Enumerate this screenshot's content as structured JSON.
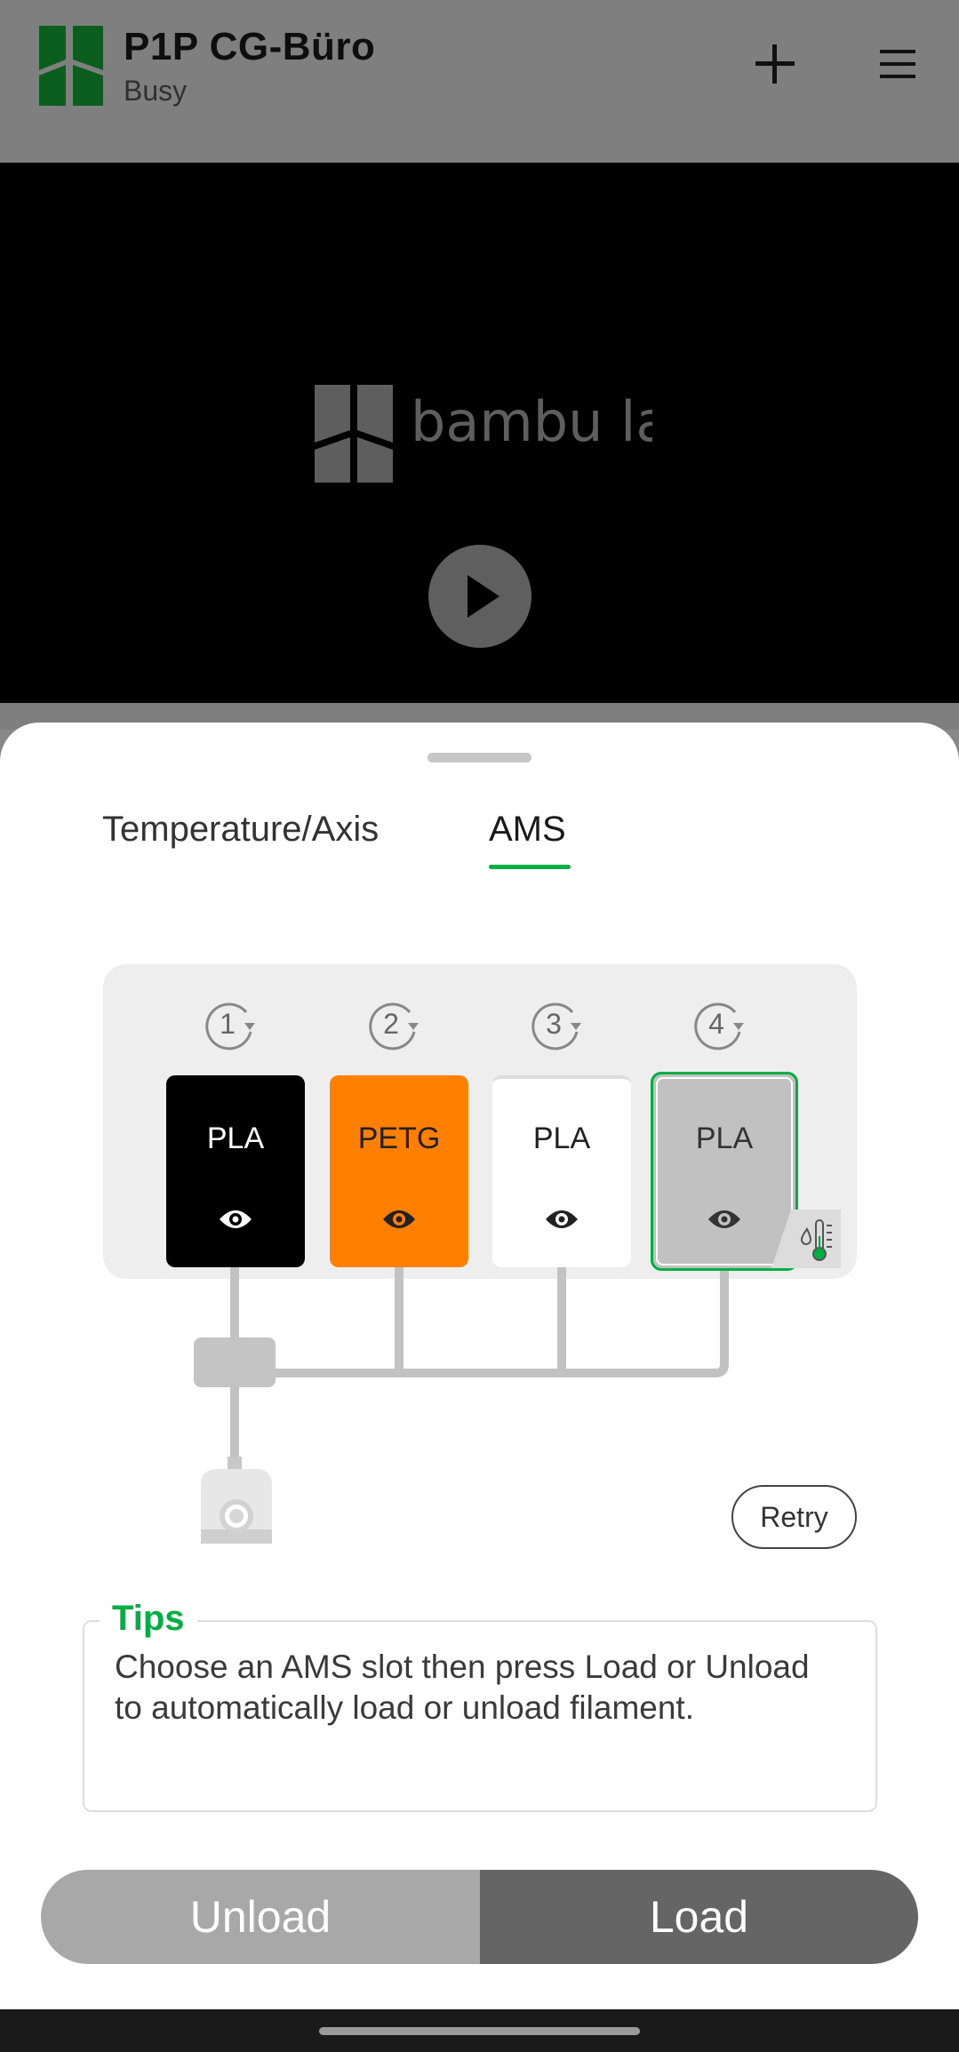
{
  "header": {
    "title": "P1P CG-Büro",
    "status": "Busy",
    "add_icon": "plus-icon",
    "menu_icon": "hamburger-menu-icon",
    "brand_color": "#00ae42"
  },
  "video": {
    "watermark": "bambu lab",
    "play_icon": "play-icon"
  },
  "tabs": [
    {
      "label": "Temperature/Axis",
      "active": false
    },
    {
      "label": "AMS",
      "active": true
    }
  ],
  "ams": {
    "slots": [
      {
        "number": "1",
        "material": "PLA",
        "color": "#000000",
        "selected": false,
        "icon": "eye-icon"
      },
      {
        "number": "2",
        "material": "PETG",
        "color": "#ff7f00",
        "selected": false,
        "icon": "eye-icon"
      },
      {
        "number": "3",
        "material": "PLA",
        "color": "#ffffff",
        "selected": false,
        "icon": "eye-icon"
      },
      {
        "number": "4",
        "material": "PLA",
        "color": "#c1c1c1",
        "selected": true,
        "icon": "eye-icon"
      }
    ],
    "humidity_icon": "humidity-thermometer-icon",
    "extruder_icon": "extruder-icon"
  },
  "retry_label": "Retry",
  "tips": {
    "title": "Tips",
    "text": "Choose an AMS slot then press Load or Unload to automatically load or unload filament."
  },
  "actions": {
    "unload_label": "Unload",
    "load_label": "Load"
  }
}
